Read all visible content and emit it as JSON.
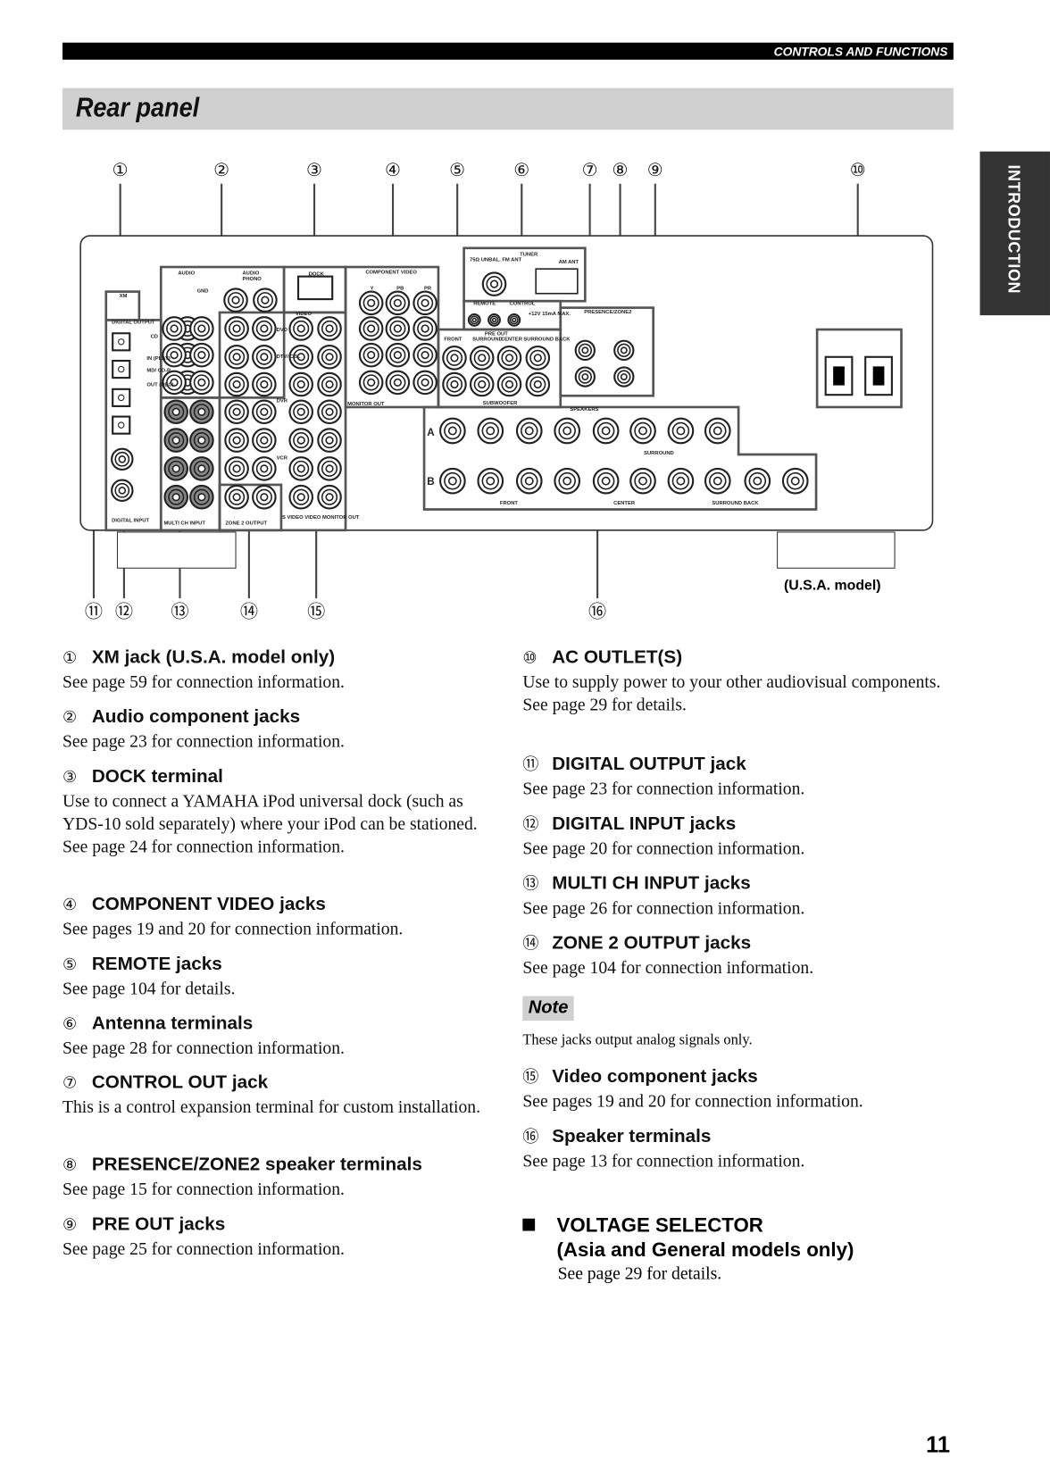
{
  "header": {
    "section": "CONTROLS AND FUNCTIONS",
    "title": "Rear panel",
    "side_tab": "INTRODUCTION"
  },
  "diagram": {
    "callouts_top": [
      "①",
      "②",
      "③",
      "④",
      "⑤",
      "⑥",
      "⑦",
      "⑧",
      "⑨",
      "⑩"
    ],
    "callouts_bottom": [
      "⑪",
      "⑫",
      "⑬",
      "⑭",
      "⑮",
      "⑯"
    ],
    "model_label": "(U.S.A. model)",
    "labels": {
      "xm": "XM",
      "audio": "AUDIO",
      "audio_phono": "AUDIO",
      "phono": "PHONO",
      "gnd": "GND",
      "dock": "DOCK",
      "component_video": "COMPONENT VIDEO",
      "y": "Y",
      "pb": "PB",
      "pr": "PR",
      "video": "VIDEO",
      "tuner": "TUNER",
      "fm_ant": "75Ω UNBAL. FM ANT",
      "am_ant": "AM ANT",
      "remote": "REMOTE",
      "in": "IN",
      "out": "OUT",
      "control": "CONTROL",
      "control_spec": "+12V 15mA MAX.",
      "presence_zone2": "PRESENCE/ZONE2",
      "pre_out": "PRE OUT",
      "front": "FRONT",
      "surround": "SURROUND",
      "center": "CENTER",
      "surround_back": "SURROUND BACK",
      "subwoofer": "SUBWOOFER",
      "speakers": "SPEAKERS",
      "a": "A",
      "b": "B",
      "monitor_out": "MONITOR OUT",
      "digital_output": "DIGITAL OUTPUT",
      "digital_input": "DIGITAL INPUT",
      "multi_ch_input": "MULTI CH INPUT",
      "zone2_output": "ZONE 2 OUTPUT",
      "svideo_monitor": "S VIDEO  VIDEO MONITOR OUT",
      "cd": "CD",
      "md_cdr": "MD/ CD-R",
      "dvd": "DVD",
      "dtv_cbl": "DTV/ CBL",
      "dvr": "DVR",
      "vcr": "VCR",
      "in_play": "IN (PLAY)",
      "out_rec": "OUT (REC)"
    }
  },
  "left_items": [
    {
      "num": "①",
      "title": "XM jack (U.S.A. model only)",
      "body": "See page 59 for connection information."
    },
    {
      "num": "②",
      "title": "Audio component jacks",
      "body": "See page 23 for connection information."
    },
    {
      "num": "③",
      "title": "DOCK terminal",
      "body": "Use to connect a YAMAHA iPod universal dock (such as YDS-10 sold separately) where your iPod can be stationed.",
      "body2": "See page 24 for connection information."
    },
    {
      "num": "④",
      "title": "COMPONENT VIDEO jacks",
      "body": "See pages 19 and 20 for connection information."
    },
    {
      "num": "⑤",
      "title": "REMOTE jacks",
      "body": "See page 104 for details."
    },
    {
      "num": "⑥",
      "title": "Antenna terminals",
      "body": "See page 28 for connection information."
    },
    {
      "num": "⑦",
      "title": "CONTROL OUT jack",
      "body": "This is a control expansion terminal for custom installation."
    },
    {
      "num": "⑧",
      "title": "PRESENCE/ZONE2 speaker terminals",
      "body": "See page 15 for connection information."
    },
    {
      "num": "⑨",
      "title": "PRE OUT jacks",
      "body": "See page 25 for connection information."
    }
  ],
  "right_items": [
    {
      "num": "⑩",
      "title": "AC OUTLET(S)",
      "body": "Use to supply power to your other audiovisual components.",
      "body2": "See page 29 for details."
    },
    {
      "num": "⑪",
      "title": "DIGITAL OUTPUT jack",
      "body": "See page 23 for connection information."
    },
    {
      "num": "⑫",
      "title": "DIGITAL INPUT jacks",
      "body": "See page 20 for connection information."
    },
    {
      "num": "⑬",
      "title": "MULTI CH INPUT jacks",
      "body": "See page 26 for connection information."
    },
    {
      "num": "⑭",
      "title": "ZONE 2 OUTPUT jacks",
      "body": "See page 104 for connection information."
    },
    {
      "num": "⑮",
      "title": "Video component jacks",
      "body": "See pages 19 and 20 for connection information."
    },
    {
      "num": "⑯",
      "title": "Speaker terminals",
      "body": "See page 13 for connection information."
    }
  ],
  "note": {
    "label": "Note",
    "text": "These jacks output analog signals only."
  },
  "voltage": {
    "title1": "VOLTAGE SELECTOR",
    "title2": "(Asia and General models only)",
    "body": "See page 29 for details."
  },
  "page_number": "11"
}
